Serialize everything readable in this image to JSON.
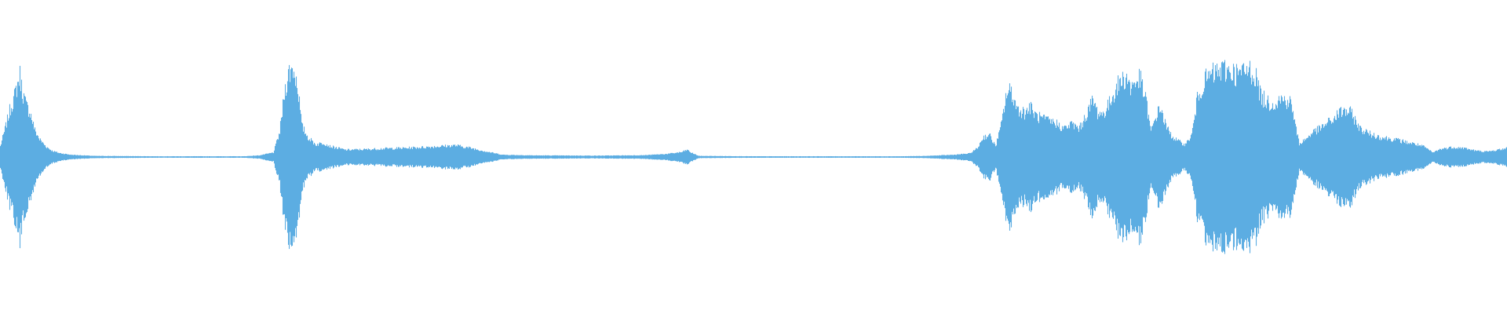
{
  "waveform": {
    "color": "#5dade2",
    "background": "#ffffff",
    "duration_units": 1920,
    "envelope": [
      [
        0,
        0.12
      ],
      [
        5,
        0.28
      ],
      [
        12,
        0.52
      ],
      [
        18,
        0.68
      ],
      [
        22,
        0.82
      ],
      [
        25,
        0.92
      ],
      [
        28,
        0.74
      ],
      [
        33,
        0.58
      ],
      [
        38,
        0.5
      ],
      [
        44,
        0.3
      ],
      [
        50,
        0.2
      ],
      [
        58,
        0.12
      ],
      [
        66,
        0.07
      ],
      [
        75,
        0.045
      ],
      [
        90,
        0.025
      ],
      [
        120,
        0.012
      ],
      [
        200,
        0.008
      ],
      [
        310,
        0.008
      ],
      [
        330,
        0.018
      ],
      [
        348,
        0.05
      ],
      [
        356,
        0.28
      ],
      [
        362,
        0.72
      ],
      [
        367,
        0.94
      ],
      [
        373,
        1.0
      ],
      [
        379,
        0.8
      ],
      [
        384,
        0.35
      ],
      [
        392,
        0.22
      ],
      [
        402,
        0.14
      ],
      [
        412,
        0.16
      ],
      [
        420,
        0.12
      ],
      [
        440,
        0.08
      ],
      [
        465,
        0.085
      ],
      [
        490,
        0.095
      ],
      [
        515,
        0.1
      ],
      [
        540,
        0.11
      ],
      [
        560,
        0.12
      ],
      [
        580,
        0.13
      ],
      [
        600,
        0.1
      ],
      [
        620,
        0.06
      ],
      [
        640,
        0.025
      ],
      [
        680,
        0.018
      ],
      [
        760,
        0.015
      ],
      [
        820,
        0.02
      ],
      [
        850,
        0.035
      ],
      [
        868,
        0.055
      ],
      [
        875,
        0.08
      ],
      [
        880,
        0.05
      ],
      [
        890,
        0.012
      ],
      [
        960,
        0.008
      ],
      [
        1010,
        0.008
      ],
      [
        1150,
        0.008
      ],
      [
        1180,
        0.012
      ],
      [
        1215,
        0.025
      ],
      [
        1235,
        0.04
      ],
      [
        1245,
        0.1
      ],
      [
        1252,
        0.22
      ],
      [
        1260,
        0.25
      ],
      [
        1268,
        0.12
      ],
      [
        1275,
        0.35
      ],
      [
        1282,
        0.72
      ],
      [
        1288,
        0.74
      ],
      [
        1295,
        0.55
      ],
      [
        1305,
        0.5
      ],
      [
        1312,
        0.56
      ],
      [
        1320,
        0.46
      ],
      [
        1330,
        0.42
      ],
      [
        1345,
        0.38
      ],
      [
        1355,
        0.32
      ],
      [
        1365,
        0.37
      ],
      [
        1375,
        0.32
      ],
      [
        1385,
        0.5
      ],
      [
        1392,
        0.64
      ],
      [
        1398,
        0.5
      ],
      [
        1405,
        0.48
      ],
      [
        1412,
        0.58
      ],
      [
        1420,
        0.75
      ],
      [
        1428,
        0.86
      ],
      [
        1435,
        0.9
      ],
      [
        1440,
        0.78
      ],
      [
        1447,
        0.85
      ],
      [
        1452,
        0.88
      ],
      [
        1460,
        0.62
      ],
      [
        1466,
        0.28
      ],
      [
        1472,
        0.45
      ],
      [
        1478,
        0.56
      ],
      [
        1485,
        0.35
      ],
      [
        1492,
        0.24
      ],
      [
        1500,
        0.18
      ],
      [
        1510,
        0.14
      ],
      [
        1518,
        0.25
      ],
      [
        1526,
        0.7
      ],
      [
        1534,
        0.85
      ],
      [
        1542,
        0.92
      ],
      [
        1552,
        0.96
      ],
      [
        1560,
        0.98
      ],
      [
        1568,
        0.97
      ],
      [
        1576,
        0.93
      ],
      [
        1584,
        0.95
      ],
      [
        1592,
        0.98
      ],
      [
        1600,
        0.9
      ],
      [
        1606,
        0.68
      ],
      [
        1614,
        0.62
      ],
      [
        1622,
        0.6
      ],
      [
        1630,
        0.65
      ],
      [
        1638,
        0.64
      ],
      [
        1645,
        0.6
      ],
      [
        1650,
        0.35
      ],
      [
        1655,
        0.15
      ],
      [
        1663,
        0.2
      ],
      [
        1672,
        0.28
      ],
      [
        1682,
        0.32
      ],
      [
        1690,
        0.38
      ],
      [
        1698,
        0.42
      ],
      [
        1706,
        0.5
      ],
      [
        1714,
        0.52
      ],
      [
        1720,
        0.5
      ],
      [
        1726,
        0.42
      ],
      [
        1732,
        0.32
      ],
      [
        1745,
        0.26
      ],
      [
        1760,
        0.22
      ],
      [
        1775,
        0.2
      ],
      [
        1790,
        0.17
      ],
      [
        1805,
        0.14
      ],
      [
        1815,
        0.11
      ],
      [
        1825,
        0.05
      ],
      [
        1835,
        0.09
      ],
      [
        1850,
        0.11
      ],
      [
        1865,
        0.1
      ],
      [
        1880,
        0.07
      ],
      [
        1895,
        0.06
      ],
      [
        1905,
        0.075
      ],
      [
        1920,
        0.1
      ]
    ]
  }
}
